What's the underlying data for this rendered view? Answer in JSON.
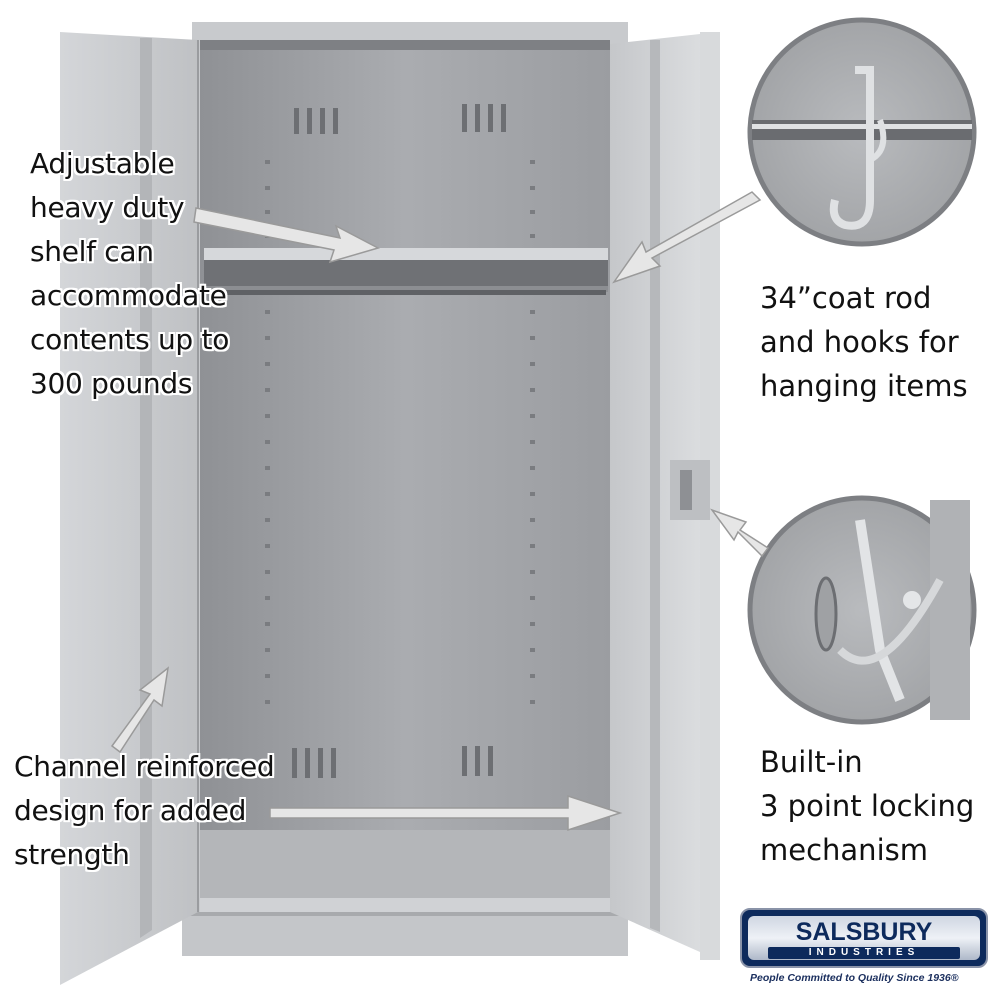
{
  "callouts": {
    "shelf": "Adjustable\nheavy duty\nshelf can\naccommodate\ncontents up to\n300 pounds",
    "rod": "34”coat rod\nand hooks for\nhanging items",
    "lock": "Built-in\n3 point locking\nmechanism",
    "channel": "Channel reinforced\ndesign for added\nstrength"
  },
  "logo": {
    "name": "SALSBURY",
    "subname": "INDUSTRIES",
    "tagline": "People Committed to Quality Since 1936®"
  },
  "colors": {
    "cabinet": "#c9cbcf",
    "interior": "#a3a5a8",
    "brand": "#0d2a5c"
  }
}
